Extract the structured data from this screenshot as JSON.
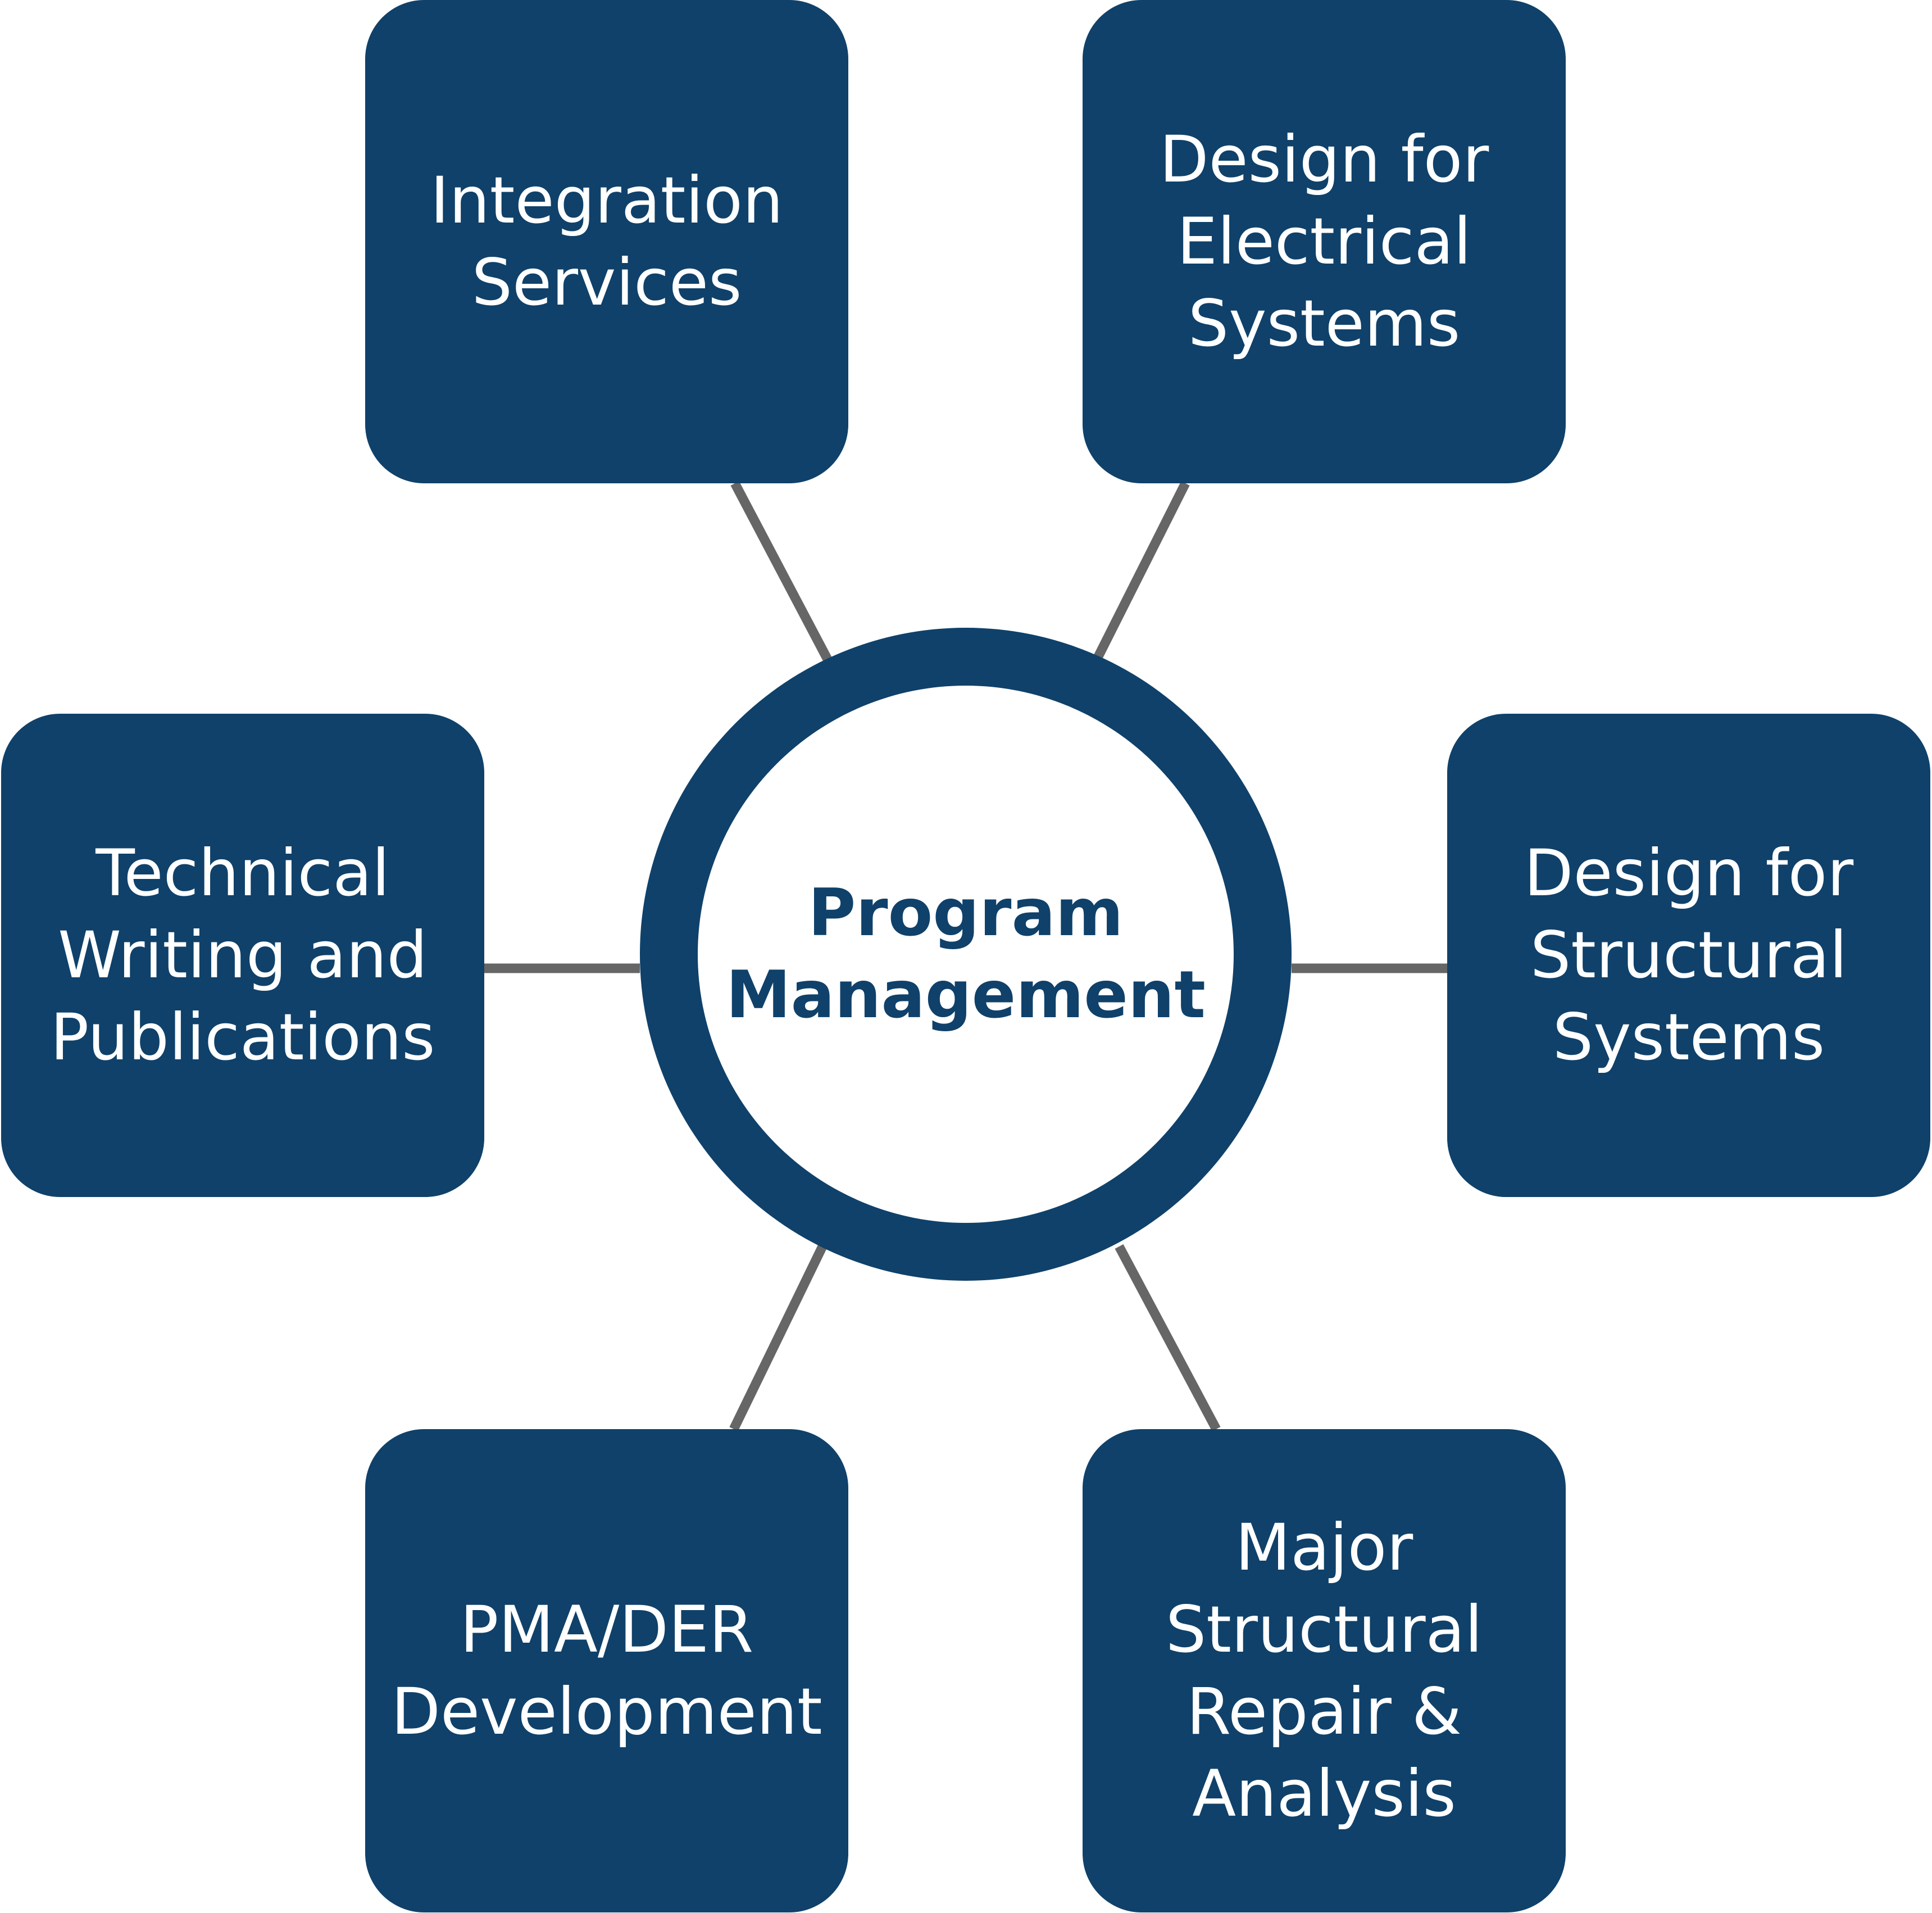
{
  "colors": {
    "box_fill": "#0f416a",
    "box_text": "#ffffff",
    "hub_ring": "#0f416a",
    "hub_text": "#0f416a",
    "connector": "#666666",
    "background": "#ffffff"
  },
  "hub": {
    "lines": [
      "Program",
      "Management"
    ]
  },
  "nodes": [
    {
      "id": "integration-services",
      "lines": [
        "Integration",
        "Services"
      ]
    },
    {
      "id": "design-electrical-systems",
      "lines": [
        "Design for",
        "Electrical",
        "Systems"
      ]
    },
    {
      "id": "technical-writing",
      "lines": [
        "Technical",
        "Writing and",
        "Publications"
      ]
    },
    {
      "id": "design-structural-systems",
      "lines": [
        "Design for",
        "Structural",
        "Systems"
      ]
    },
    {
      "id": "pma-der-development",
      "lines": [
        "PMA/DER",
        "Development"
      ]
    },
    {
      "id": "major-structural-repair",
      "lines": [
        "Major",
        "Structural",
        "Repair &",
        "Analysis"
      ]
    }
  ]
}
